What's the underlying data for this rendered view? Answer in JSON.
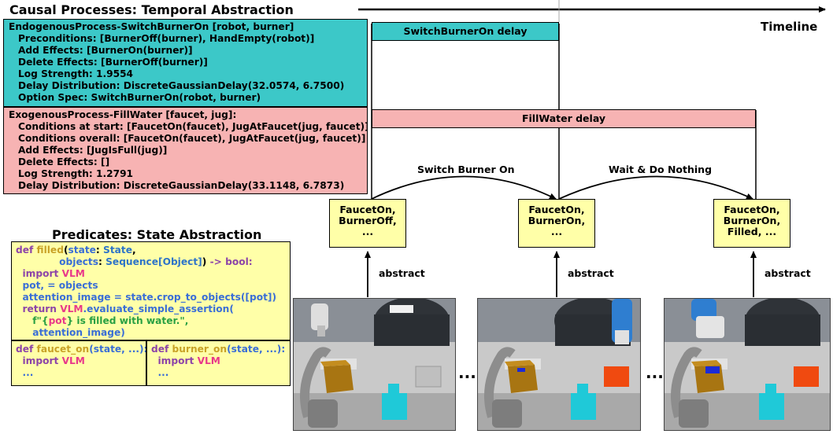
{
  "causal_title": "Causal Processes: Temporal Abstraction",
  "timeline_label": "Timeline",
  "endogenous": {
    "header": "EndogenousProcess-SwitchBurnerOn [robot, burner]",
    "lines": [
      "Preconditions: [BurnerOff(burner), HandEmpty(robot)]",
      "Add Effects: [BurnerOn(burner)]",
      "Delete Effects: [BurnerOff(burner)]",
      "Log Strength: 1.9554",
      "Delay Distribution: DiscreteGaussianDelay(32.0574, 6.7500)",
      "Option Spec: SwitchBurnerOn(robot, burner)"
    ]
  },
  "exogenous": {
    "header": "ExogenousProcess-FillWater [faucet, jug]:",
    "lines": [
      "Conditions at start: [FaucetOn(faucet), JugAtFaucet(jug, faucet)]",
      "Conditions overall: [FaucetOn(faucet), JugAtFaucet(jug, faucet)]",
      "Add Effects: [JugIsFull(jug)]",
      "Delete Effects: []",
      "Log Strength: 1.2791",
      "Delay Distribution: DiscreteGaussianDelay(33.1148, 6.7873)"
    ]
  },
  "delay_bars": {
    "switch_burner": "SwitchBurnerOn delay",
    "fill_water": "FillWater delay"
  },
  "actions": {
    "first": "Switch Burner On",
    "second": "Wait & Do Nothing"
  },
  "states": [
    {
      "line1": "FaucetOn,",
      "line2": "BurnerOff,",
      "line3": "..."
    },
    {
      "line1": "FaucetOn,",
      "line2": "BurnerOn,",
      "line3": "..."
    },
    {
      "line1": "FaucetOn,",
      "line2": "BurnerOn,",
      "line3": "Filled, ..."
    }
  ],
  "abstract_label": "abstract",
  "ellipsis": "...",
  "predicates_title": "Predicates: State Abstraction",
  "code_filled": {
    "def": "def",
    "name": "filled",
    "arg_state": "state",
    "type_state": "State",
    "arg_objects": "objects",
    "type_objects": "Sequence[Object]",
    "ret": "-> bool:",
    "import_kw": "import",
    "vlm": "VLM",
    "pot_line": "pot, = objects",
    "attn_line": "attention_image = state.crop_to_objects([pot])",
    "return_kw": "return",
    "eval_call": ".evaluate_simple_assertion(",
    "fstring_open": "f\"{",
    "pot": "pot",
    "fstring_rest": "} is filled with water.\",",
    "attn_arg": "attention_image)"
  },
  "code_faucet": {
    "def": "def",
    "name": "faucet_on",
    "args": "(state, ...):",
    "import_kw": "import",
    "vlm": "VLM",
    "dots": "..."
  },
  "code_burner": {
    "def": "def",
    "name": "burner_on",
    "args": "(state, ...):",
    "import_kw": "import",
    "vlm": "VLM",
    "dots": "..."
  },
  "colors": {
    "teal": "#3cc8c8",
    "pink": "#f7b3b3",
    "yellow": "#ffffa8",
    "keyword": "#8c44a8",
    "function": "#c9a227",
    "type": "#2e74c8",
    "vlm": "#e8388a",
    "string": "#2aa043"
  }
}
